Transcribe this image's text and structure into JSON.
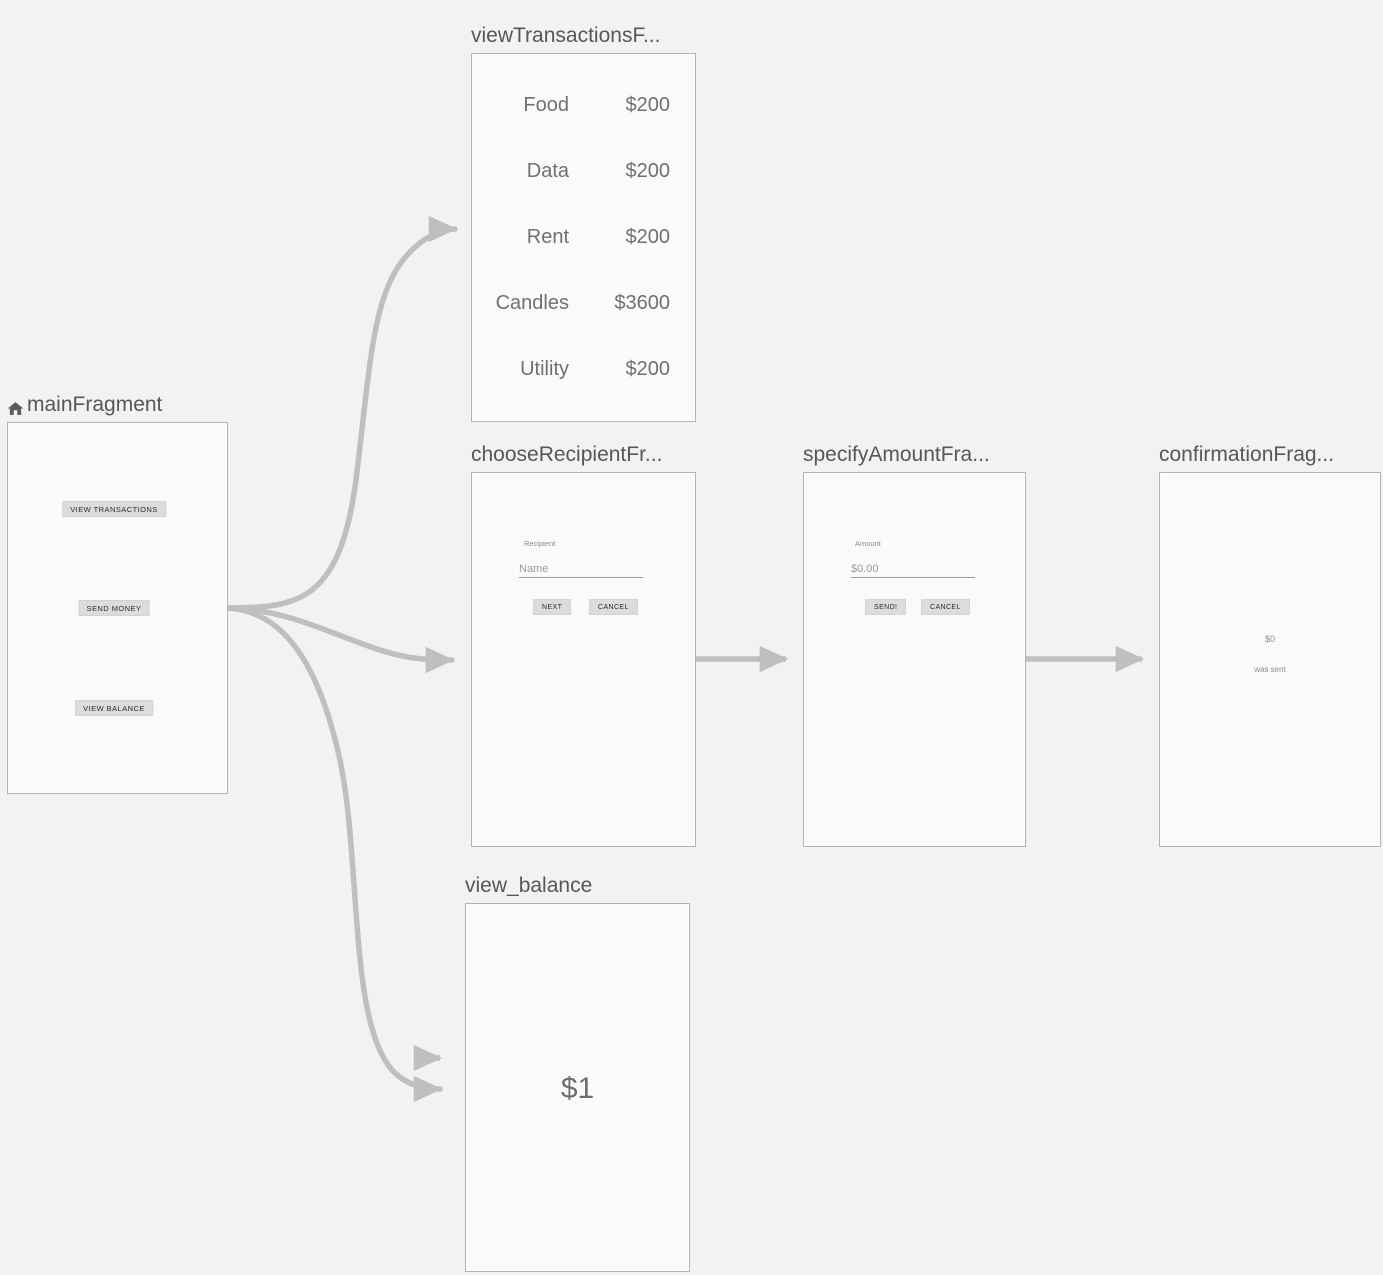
{
  "editor": {
    "name": "navigation-graph-editor",
    "background_color": "#f2f2f2",
    "node_fill": "#fafafa",
    "node_border": "#b3b3b3",
    "edge_color": "#bfbfbf",
    "label_color": "#575757"
  },
  "nodes": {
    "main": {
      "title": "mainFragment",
      "start_icon": "home-icon",
      "is_start_destination": true,
      "buttons": [
        {
          "label": "VIEW TRANSACTIONS"
        },
        {
          "label": "SEND MONEY"
        },
        {
          "label": "VIEW BALANCE"
        }
      ]
    },
    "view_transactions": {
      "title": "viewTransactionsF...",
      "full_title": "viewTransactionsFragment",
      "rows": [
        {
          "label": "Food",
          "amount": "$200"
        },
        {
          "label": "Data",
          "amount": "$200"
        },
        {
          "label": "Rent",
          "amount": "$200"
        },
        {
          "label": "Candles",
          "amount": "$3600"
        },
        {
          "label": "Utility",
          "amount": "$200"
        }
      ]
    },
    "choose_recipient": {
      "title": "chooseRecipientFr...",
      "full_title": "chooseRecipientFragment",
      "field_label": "Recipient",
      "field_placeholder": "Name",
      "primary_button": "NEXT",
      "secondary_button": "CANCEL"
    },
    "specify_amount": {
      "title": "specifyAmountFra...",
      "full_title": "specifyAmountFragment",
      "field_label": "Amount",
      "field_placeholder": "$0.00",
      "primary_button": "SEND!",
      "secondary_button": "CANCEL"
    },
    "confirmation": {
      "title": "confirmationFrag...",
      "full_title": "confirmationFragment",
      "amount": "$0",
      "message": "was sent"
    },
    "view_balance": {
      "title": "view_balance",
      "balance": "$1"
    }
  },
  "edges": [
    {
      "from": "mainFragment",
      "to": "viewTransactionsFragment"
    },
    {
      "from": "mainFragment",
      "to": "chooseRecipientFragment"
    },
    {
      "from": "mainFragment",
      "to": "view_balance"
    },
    {
      "from": "mainFragment",
      "to": "view_balance"
    },
    {
      "from": "chooseRecipientFragment",
      "to": "specifyAmountFragment"
    },
    {
      "from": "specifyAmountFragment",
      "to": "confirmationFragment"
    }
  ]
}
